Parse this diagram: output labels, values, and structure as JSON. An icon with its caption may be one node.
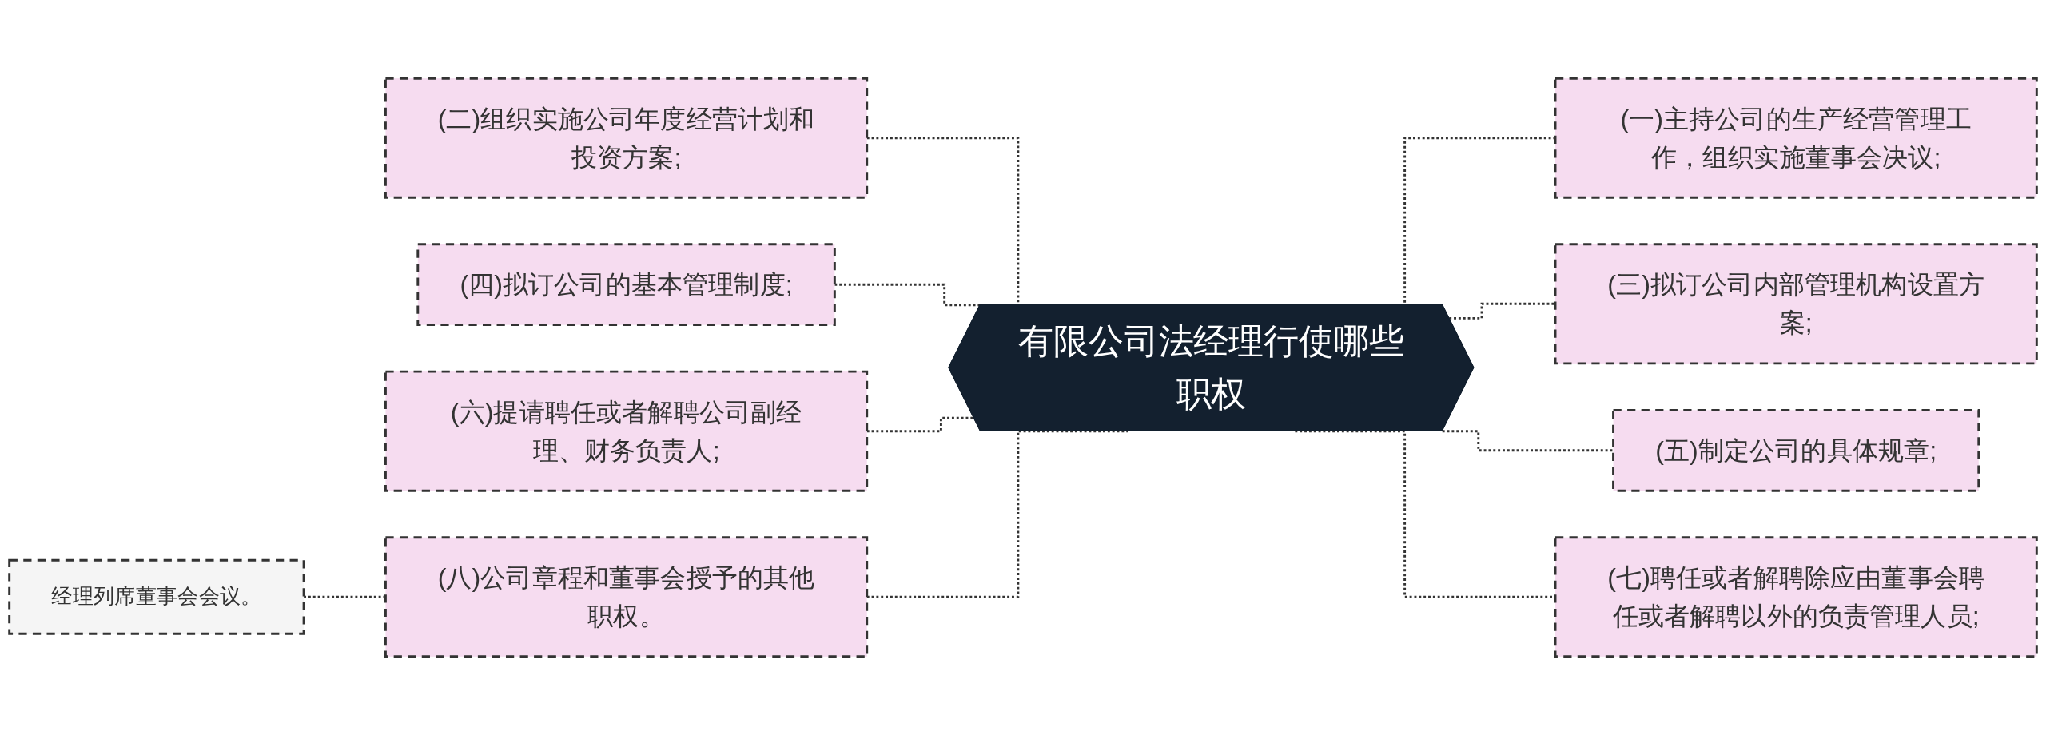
{
  "diagram": {
    "nodes": [
      {
        "text": [
          "有限公司法经理行使哪些职权"
        ]
      },
      {
        "text": [
          "(一)主持公司的生产经营管理工作，组织实施董事会决议;"
        ]
      },
      {
        "text": [
          "(三)拟订公司内部管理机构设置方案;"
        ]
      },
      {
        "text": [
          "(五)制定公司的具体规章;"
        ]
      },
      {
        "text": [
          "(七)聘任或者解聘除应由董事会聘任或者解聘以外的负责管理人员;"
        ]
      },
      {
        "text": [
          "(二)组织实施公司年度经营计划和投资方案;"
        ]
      },
      {
        "text": [
          "(四)拟订公司的基本管理制度;"
        ]
      },
      {
        "text": [
          "(六)提请聘任或者解聘公司副经理、财务负责人;"
        ]
      },
      {
        "text": [
          "(八)公司章程和董事会授予的其他职权。"
        ]
      },
      {
        "text": [
          "经理列席董事会会议。"
        ]
      }
    ],
    "edges": [
      {
        "from": 0,
        "to": 1,
        "arrow": "none",
        "style": "dashed"
      },
      {
        "from": 0,
        "to": 2,
        "arrow": "none",
        "style": "dashed"
      },
      {
        "from": 0,
        "to": 3,
        "arrow": "none",
        "style": "dashed"
      },
      {
        "from": 0,
        "to": 4,
        "arrow": "none",
        "style": "dashed"
      },
      {
        "from": 5,
        "to": 0,
        "arrow": "none",
        "style": "dashed"
      },
      {
        "from": 6,
        "to": 0,
        "arrow": "none",
        "style": "dashed"
      },
      {
        "from": 7,
        "to": 0,
        "arrow": "none",
        "style": "dashed"
      },
      {
        "from": 8,
        "to": 0,
        "arrow": "none",
        "style": "dashed"
      },
      {
        "from": 9,
        "to": 8,
        "arrow": "none",
        "style": "dashed"
      }
    ]
  }
}
